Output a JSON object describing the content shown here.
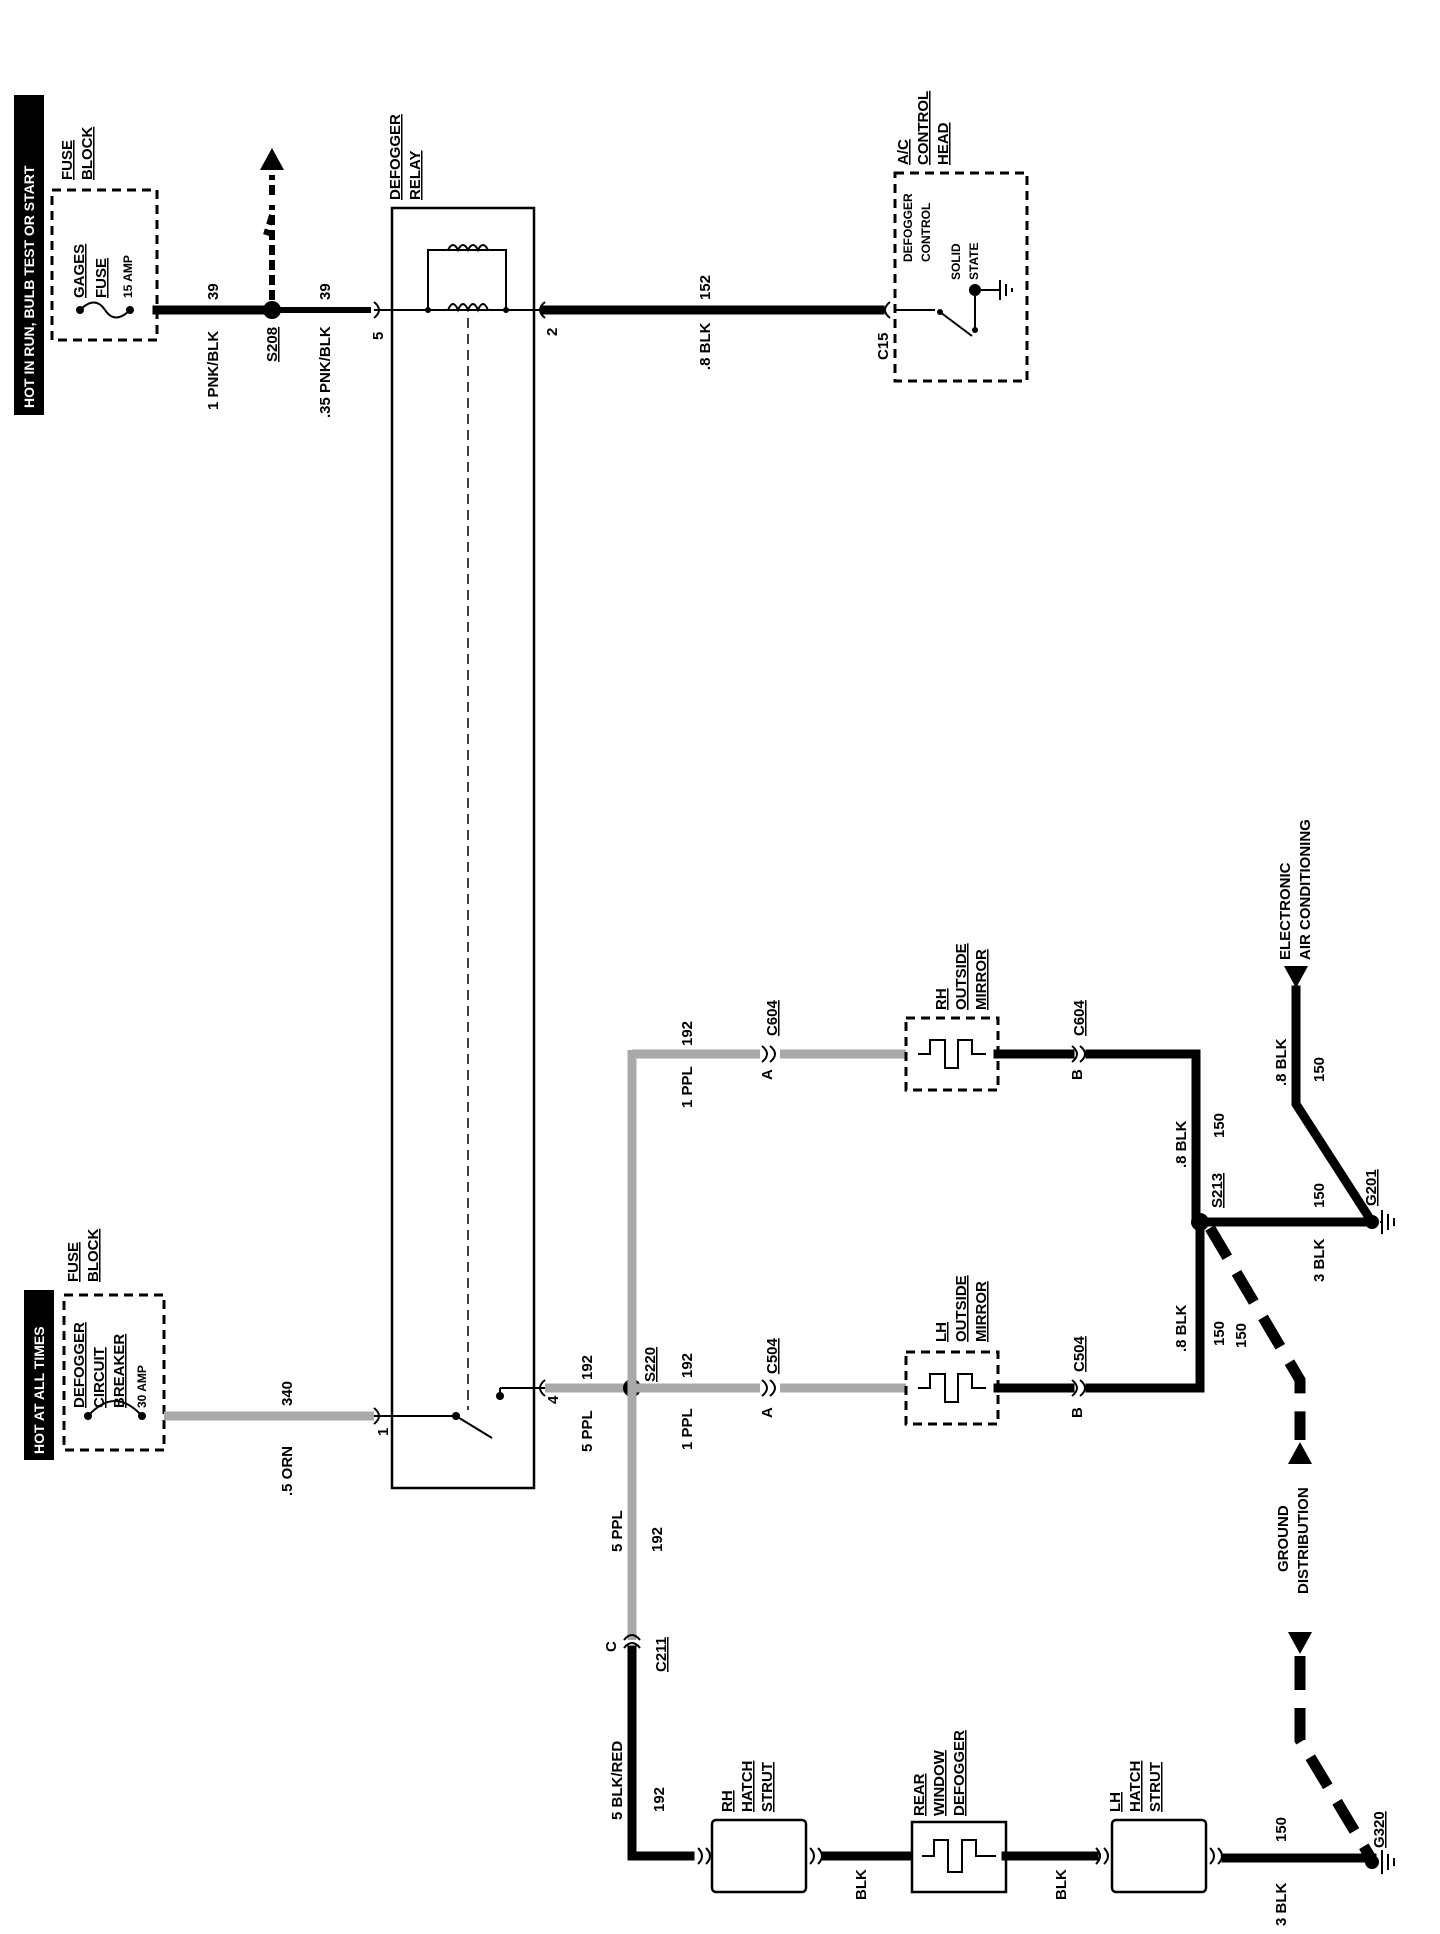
{
  "top_feed": {
    "hot_label": "HOT IN RUN, BULB TEST OR START",
    "fuse_block_1": "FUSE",
    "fuse_block_2": "BLOCK",
    "fuse_name_1": "GAGES",
    "fuse_name_2": "FUSE",
    "fuse_rating": "15 AMP",
    "wire_circuit_a": "39",
    "wire_a_label": "1 PNK/BLK",
    "splice": "S208",
    "wire_circuit_b": "39",
    "wire_b_label": ".35 PNK/BLK"
  },
  "relay": {
    "title_1": "DEFOGGER",
    "title_2": "RELAY",
    "pin_5": "5",
    "pin_2": "2",
    "pin_1": "1",
    "pin_4": "4"
  },
  "control_head": {
    "title_1": "A/C",
    "title_2": "CONTROL",
    "title_3": "HEAD",
    "inner_1": "DEFOGGER",
    "inner_2": "CONTROL",
    "solid_1": "SOLID",
    "solid_2": "STATE",
    "connector": "C15",
    "wire_circuit": "152",
    "wire_label": ".8 BLK"
  },
  "bottom_feed": {
    "hot_label": "HOT AT ALL TIMES",
    "fuse_block_1": "FUSE",
    "fuse_block_2": "BLOCK",
    "breaker_1": "DEFOGGER",
    "breaker_2": "CIRCUIT",
    "breaker_3": "BREAKER",
    "breaker_rating": "30 AMP",
    "wire_circuit": "340",
    "wire_label": ".5 ORN"
  },
  "relay_output": {
    "wire_circuit": "192",
    "wire_label": "5 PPL",
    "splice": "S220"
  },
  "rh_mirror": {
    "title_1": "RH",
    "title_2": "OUTSIDE",
    "title_3": "MIRROR",
    "conn_in": "C604",
    "conn_out": "C604",
    "pin_a": "A",
    "pin_b": "B",
    "wire_circuit": "192",
    "wire_label": "1 PPL",
    "out_circuit": "150",
    "out_label": ".8 BLK"
  },
  "lh_mirror": {
    "title_1": "LH",
    "title_2": "OUTSIDE",
    "title_3": "MIRROR",
    "conn_in": "C504",
    "conn_out": "C504",
    "pin_a": "A",
    "pin_b": "B",
    "wire_circuit": "192",
    "wire_label": "1 PPL",
    "out_circuit": "150",
    "out_label": ".8 BLK"
  },
  "ground": {
    "splice": "S213",
    "g201": "G201",
    "g201_circuit": "150",
    "g201_label": "3 BLK",
    "ac_circuit": "150",
    "ac_label": ".8 BLK",
    "ac_ref_1": "ELECTRONIC",
    "ac_ref_2": "AIR CONDITIONING",
    "gd_1": "GROUND",
    "gd_2": "DISTRIBUTION",
    "s213_out_circuit": "150",
    "g320": "G320",
    "g320_circuit": "150",
    "g320_label": "3 BLK"
  },
  "rear_chain": {
    "c211": "C211",
    "c211_pin": "C",
    "down_circuit": "192",
    "down_label": "5 PPL",
    "strut_circuit": "192",
    "strut_label": "5 BLK/RED",
    "rh_strut_1": "RH",
    "rh_strut_2": "HATCH",
    "rh_strut_3": "STRUT",
    "rear_1": "REAR",
    "rear_2": "WINDOW",
    "rear_3": "DEFOGGER",
    "lh_strut_1": "LH",
    "lh_strut_2": "HATCH",
    "lh_strut_3": "STRUT",
    "blk_1": "BLK",
    "blk_2": "BLK"
  }
}
